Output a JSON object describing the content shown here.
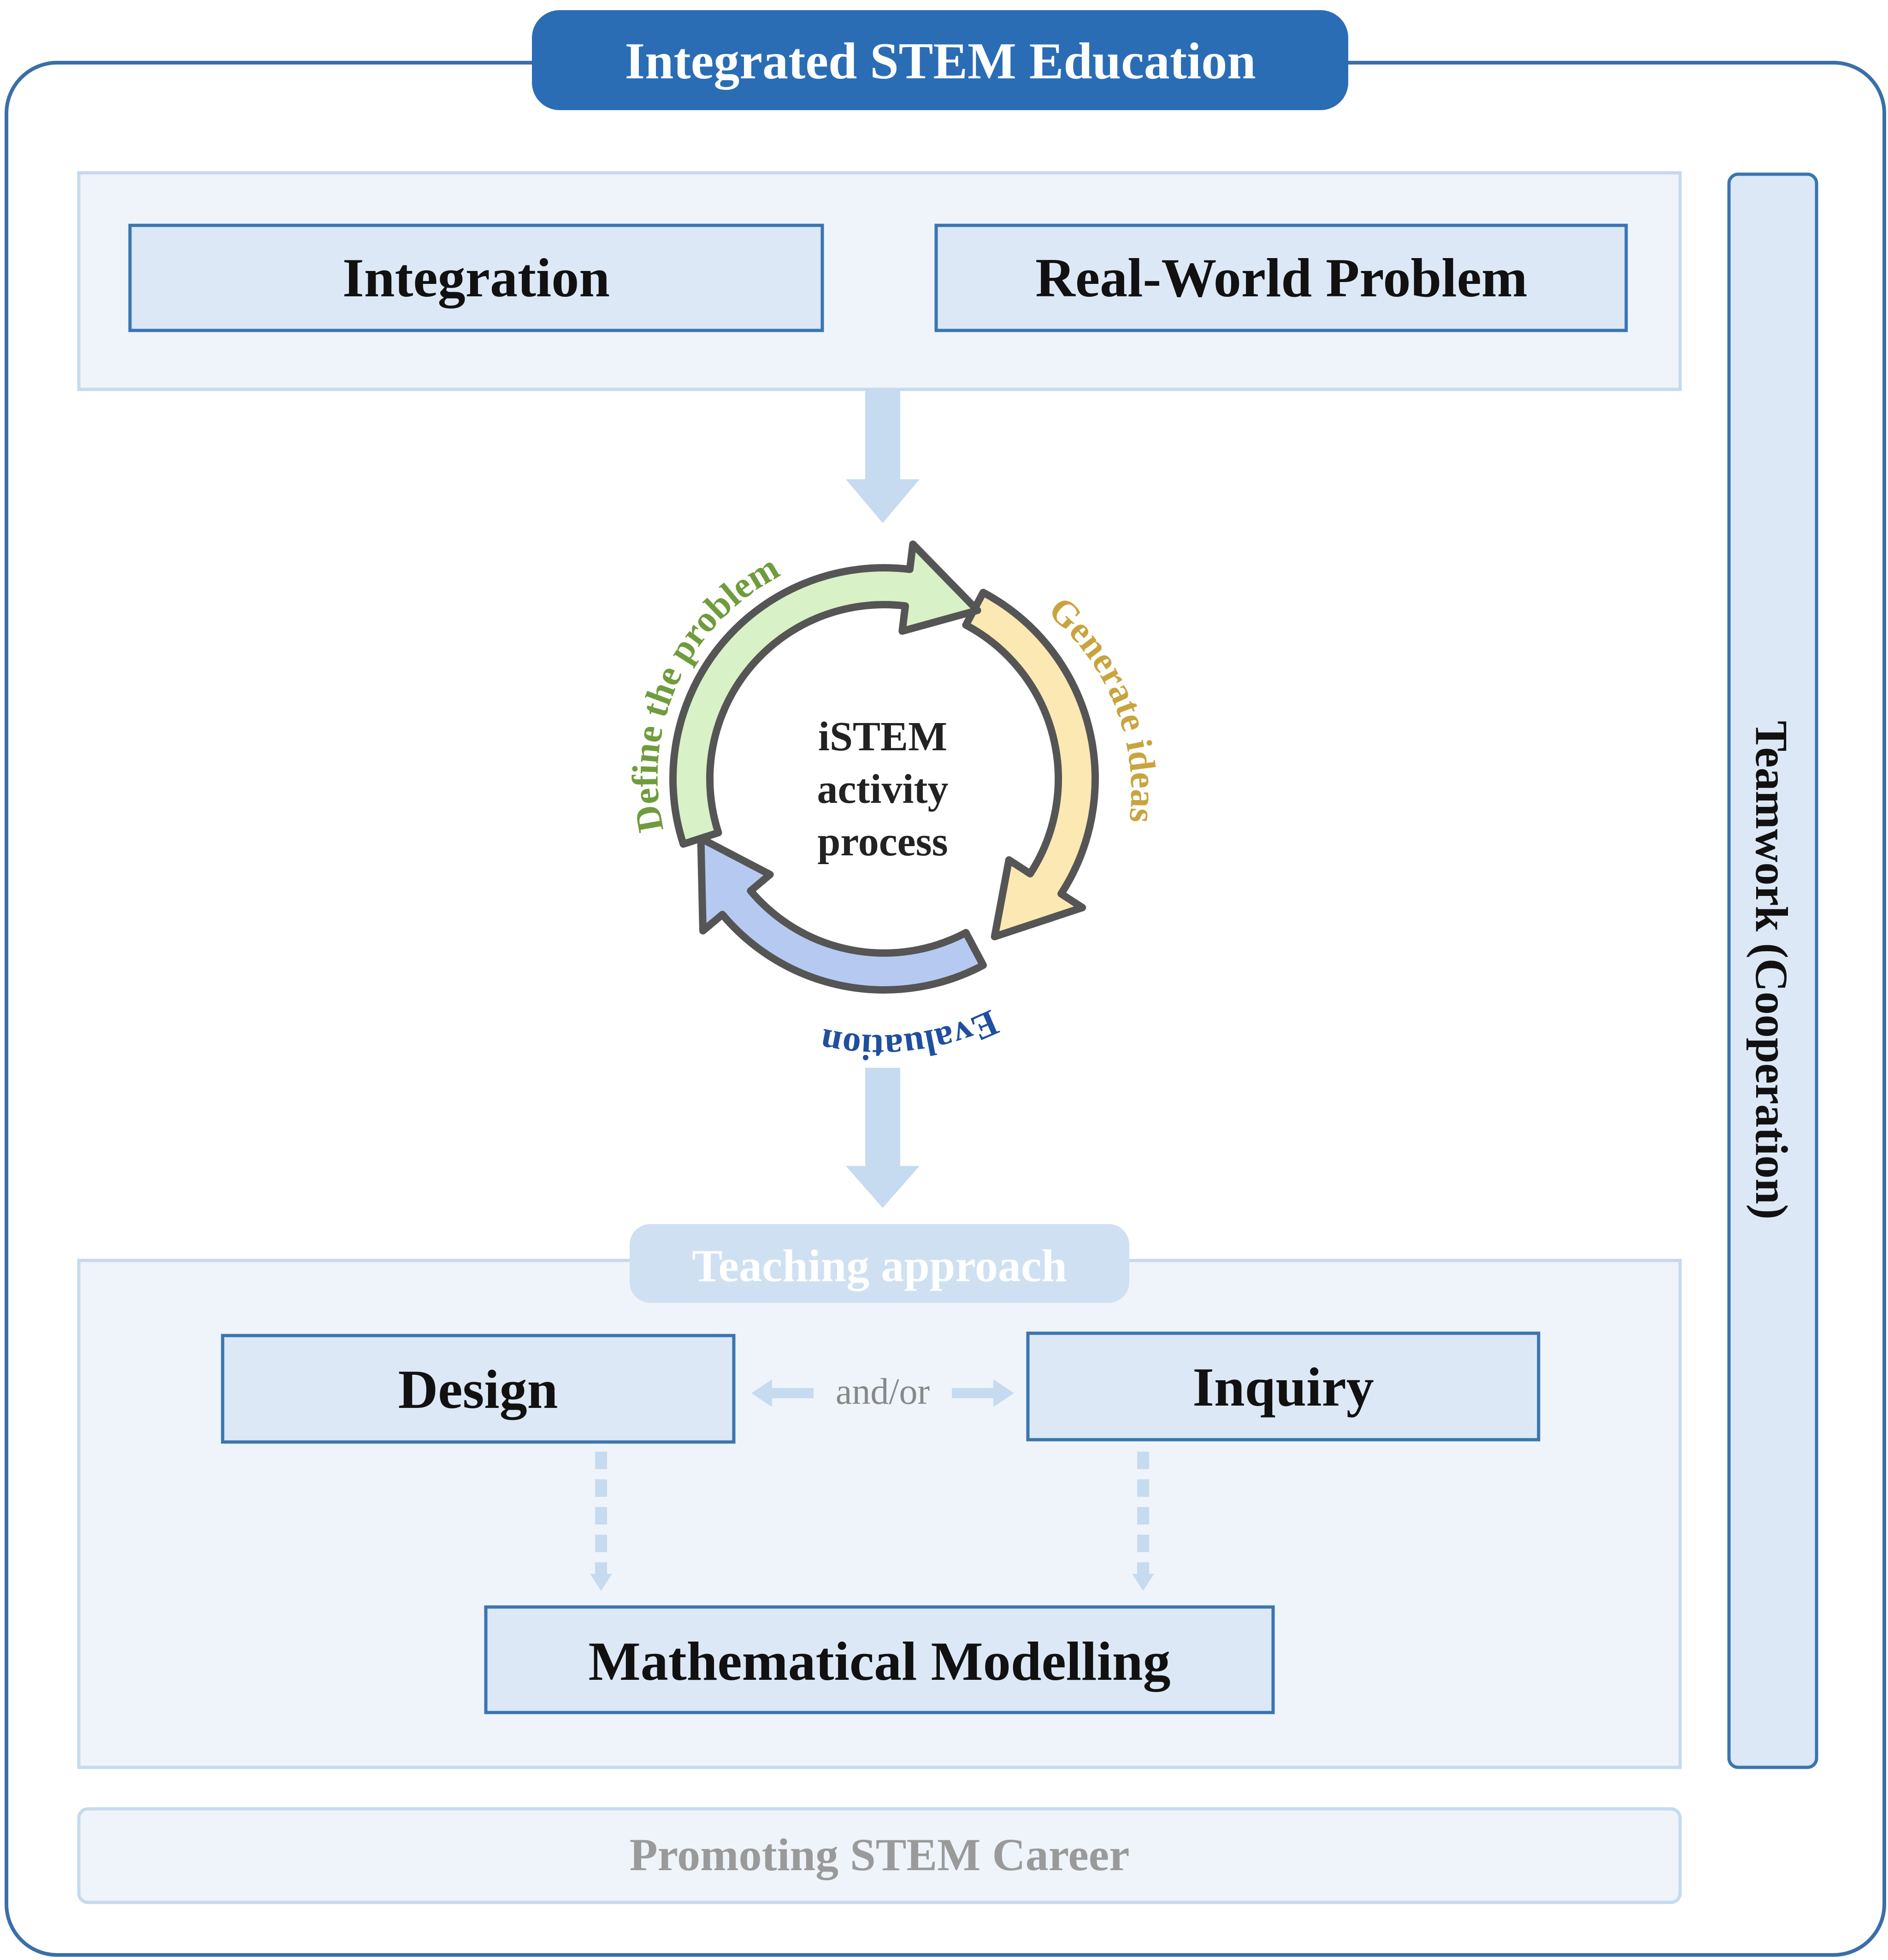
{
  "title": "Integrated STEM Education",
  "top": {
    "integration": "Integration",
    "real_world": "Real-World Problem"
  },
  "cycle": {
    "center_lines": [
      "iSTEM",
      "activity",
      "process"
    ],
    "define": "Define the problem",
    "generate": "Generate ideas",
    "evaluation": "Evaluation"
  },
  "teaching": {
    "label": "Teaching approach",
    "design": "Design",
    "andor": "and/or",
    "inquiry": "Inquiry",
    "modelling": "Mathematical Modelling"
  },
  "career": "Promoting STEM Career",
  "teamwork": "Teamwork (Cooperation)",
  "colors": {
    "accent": "#2b6db4",
    "box_fill": "#dce8f5",
    "box_border": "#3a75b0",
    "panel": "#eef4fa",
    "green": "#d8f1c6",
    "yellow": "#fbe8b3",
    "blue": "#b6c9f1"
  }
}
